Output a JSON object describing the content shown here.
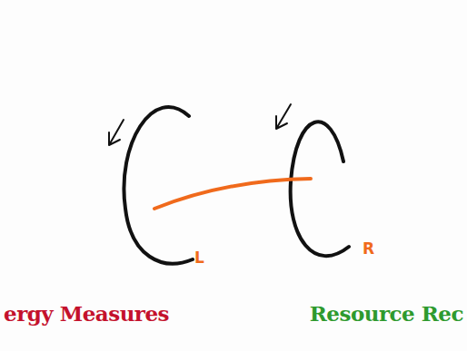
{
  "diagram": {
    "labels": [
      "L",
      "R",
      "ergy Measures",
      "Resource Rec"
    ]
  }
}
